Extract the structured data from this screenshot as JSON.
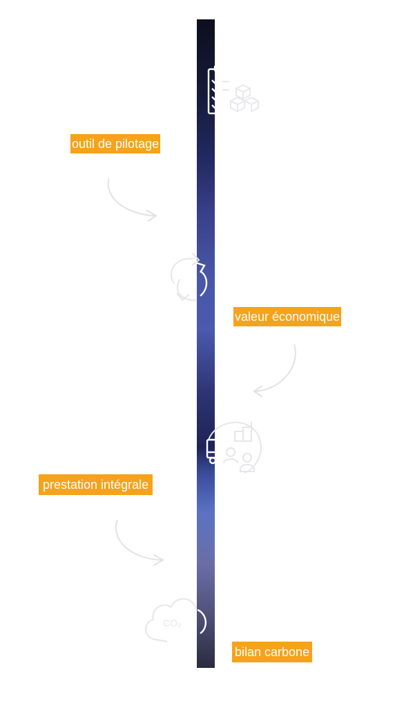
{
  "steps": [
    {
      "label": "outil de pilotage",
      "icon": "clipboard-checklist-icon"
    },
    {
      "label": "valeur économique",
      "icon": "recycle-arrows-icon"
    },
    {
      "label": "prestation intégrale",
      "icon": "delivery-truck-people-icon"
    },
    {
      "label": "bilan carbone",
      "icon": "co2-cloud-icon"
    }
  ],
  "co2_text": "CO₂",
  "colors": {
    "label_background": "#f6a21b",
    "label_text": "#ffffff",
    "bar_top": "#0d0f1f",
    "bar_mid": "#4b59ae",
    "bar_bottom": "#2a2b3f",
    "icon_stroke": "#e6e6ea"
  }
}
